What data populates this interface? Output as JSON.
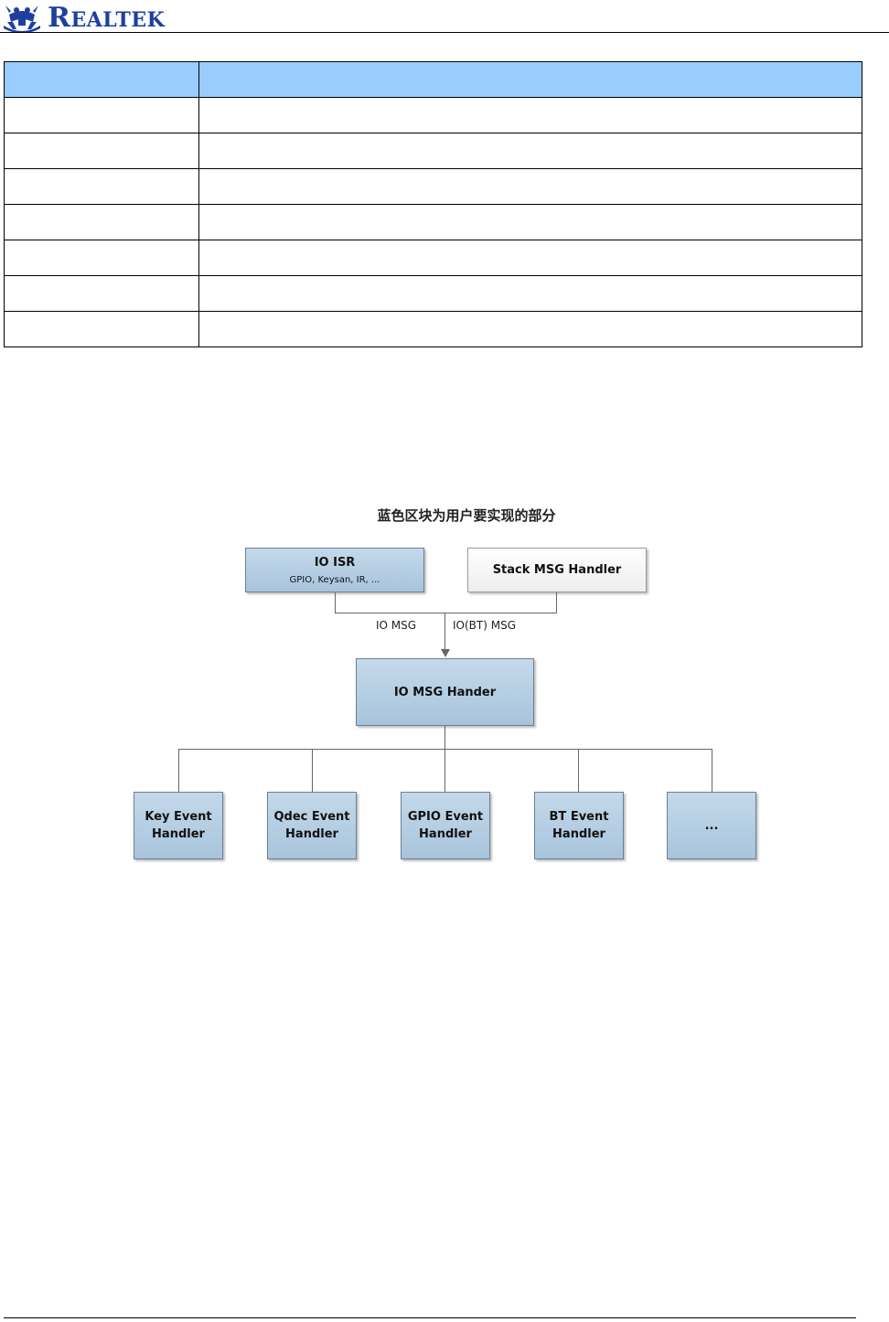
{
  "header": {
    "brand_first": "R",
    "brand_rest": "EALTEK",
    "logo_icon": "realtek-crab-logo",
    "brand_color": "#1f3f9f"
  },
  "table": {
    "header_fill": "#99ccff",
    "rows": 7
  },
  "diagram": {
    "title": "蓝色区块为用户要实现的部分",
    "io_isr": {
      "label": "IO ISR",
      "sub": "GPIO, Keysan, IR, ..."
    },
    "stack_msg": {
      "label": "Stack MSG Handler"
    },
    "edge_io_msg": "IO MSG",
    "edge_bt_msg": "IO(BT) MSG",
    "hub": {
      "label": "IO MSG Hander"
    },
    "handlers": [
      {
        "line1": "Key Event",
        "line2": "Handler"
      },
      {
        "line1": "Qdec Event",
        "line2": "Handler"
      },
      {
        "line1": "GPIO Event",
        "line2": "Handler"
      },
      {
        "line1": "BT Event",
        "line2": "Handler"
      },
      {
        "line1": "...",
        "line2": ""
      }
    ],
    "colors": {
      "user_block": "#b5cde3",
      "stack_block": "#f4f4f4",
      "connector": "#666666"
    }
  }
}
